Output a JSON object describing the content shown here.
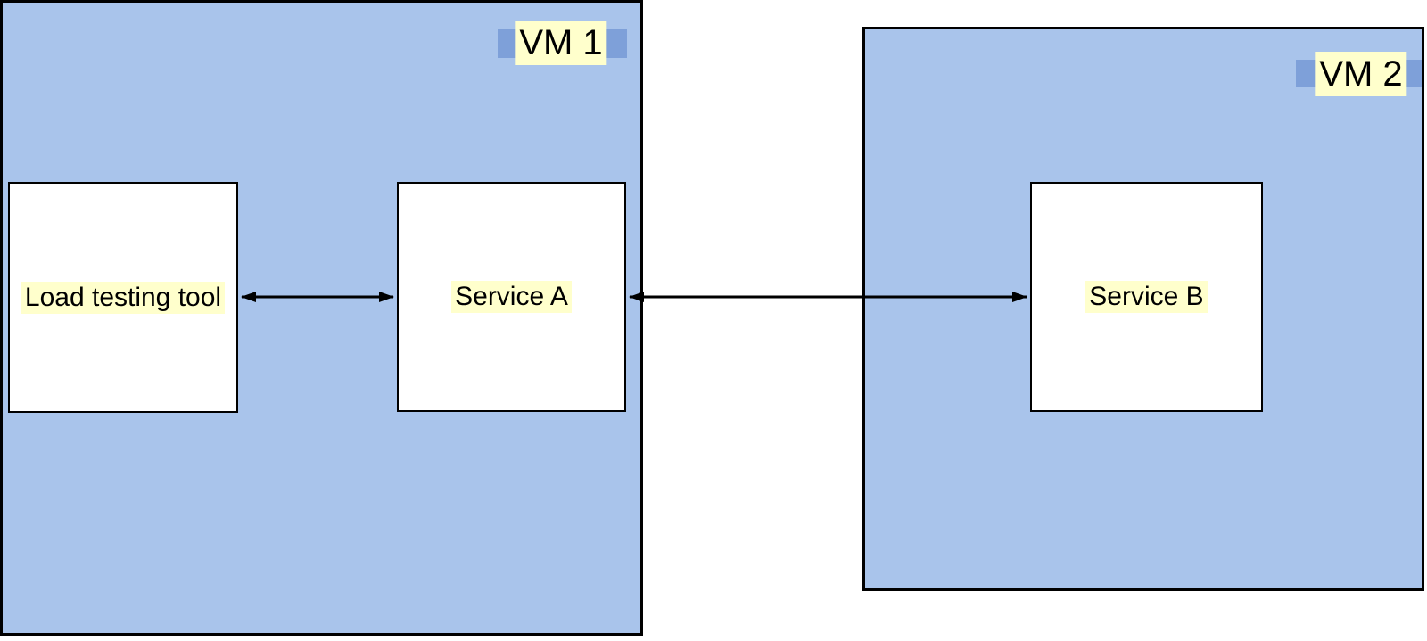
{
  "diagram": {
    "title": "Load testing architecture diagram",
    "containers": {
      "vm1": {
        "label": "VM 1"
      },
      "vm2": {
        "label": "VM 2"
      }
    },
    "nodes": {
      "load_testing_tool": {
        "label": "Load testing tool",
        "container": "VM 1"
      },
      "service_a": {
        "label": "Service A",
        "container": "VM 1"
      },
      "service_b": {
        "label": "Service B",
        "container": "VM 2"
      }
    },
    "edges": [
      {
        "from": "Load testing tool",
        "to": "Service A",
        "direction": "bidirectional"
      },
      {
        "from": "Service A",
        "to": "Service B",
        "direction": "bidirectional"
      }
    ]
  },
  "colors": {
    "vm_fill": "#a9c4eb",
    "band_fill": "#7ea0d9",
    "label_bg": "#ffffcc",
    "node_fill": "#ffffff",
    "stroke": "#000000",
    "text": "#000000"
  }
}
